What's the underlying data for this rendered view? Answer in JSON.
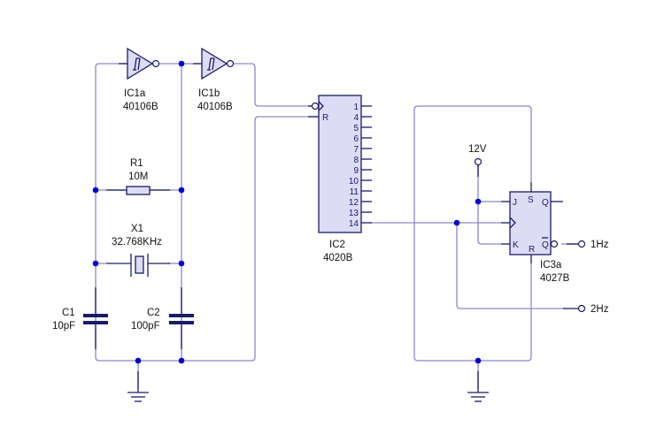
{
  "diagram": {
    "type": "schematic",
    "title": "32.768KHz crystal oscillator divider to 1Hz / 2Hz",
    "components": {
      "ic1a": {
        "ref": "IC1a",
        "value": "40106B"
      },
      "ic1b": {
        "ref": "IC1b",
        "value": "40106B"
      },
      "r1": {
        "ref": "R1",
        "value": "10M"
      },
      "x1": {
        "ref": "X1",
        "value": "32.768KHz"
      },
      "c1": {
        "ref": "C1",
        "value": "10pF"
      },
      "c2": {
        "ref": "C2",
        "value": "100pF"
      },
      "ic2": {
        "ref": "IC2",
        "value": "4020B",
        "reset_label": "R",
        "pins": [
          "1",
          "4",
          "5",
          "6",
          "7",
          "8",
          "9",
          "10",
          "11",
          "12",
          "13",
          "14"
        ]
      },
      "ic3a": {
        "ref": "IC3a",
        "value": "4027B",
        "pins": {
          "j": "J",
          "k": "K",
          "s": "S",
          "r": "R",
          "q": "Q",
          "qbar": "Q"
        }
      }
    },
    "nets": {
      "vcc": "12V",
      "out1": "1Hz",
      "out2": "2Hz"
    },
    "colors": {
      "wire": "#8c86cc",
      "component": "#1a1a6e",
      "fill": "#dcdcf5",
      "junction": "#0000dd"
    }
  }
}
